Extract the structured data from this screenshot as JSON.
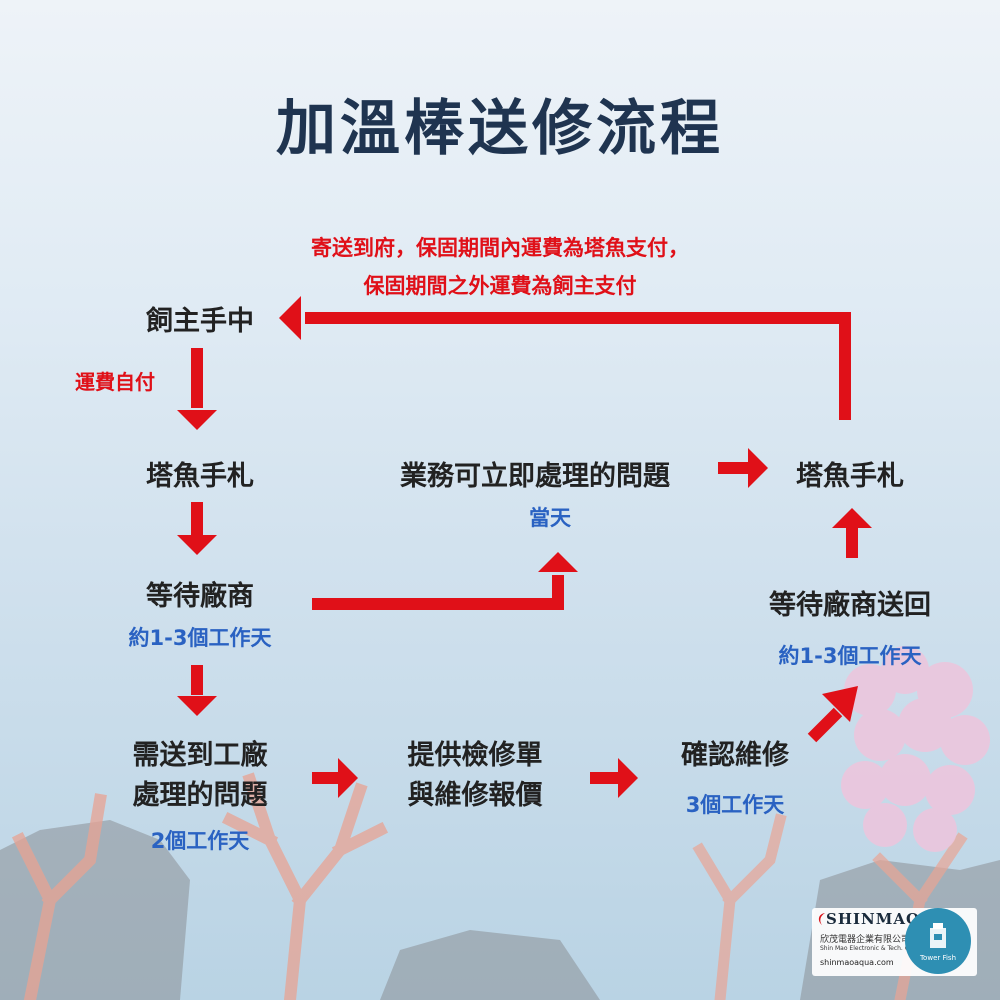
{
  "title": "加溫棒送修流程",
  "colors": {
    "arrow": "#e01018",
    "time": "#2a62c2",
    "title": "#1f3450",
    "node": "#222222"
  },
  "notes": {
    "return_line1": "寄送到府，保固期間內運費為塔魚支付，",
    "return_line2": "保固期間之外運費為飼主支付",
    "shipping": "運費自付"
  },
  "nodes": {
    "owner": "飼主手中",
    "shop_left": "塔魚手札",
    "wait_vendor": "等待廠商",
    "wait_vendor_time": "約1-3個工作天",
    "factory_line1": "需送到工廠",
    "factory_line2": "處理的問題",
    "factory_time": "2個工作天",
    "quote_line1": "提供檢修單",
    "quote_line2": "與維修報價",
    "confirm": "確認維修",
    "confirm_time": "3個工作天",
    "immediate": "業務可立即處理的問題",
    "immediate_time": "當天",
    "shop_right": "塔魚手札",
    "wait_return": "等待廠商送回",
    "wait_return_time": "約1-3個工作天"
  },
  "logo": {
    "brand": "SHINMAO",
    "company_cn": "欣茂電器企業有限公司",
    "company_en": "Shin Mao Electronic & Tech. Co., Ltd.",
    "website": "shinmaoaqua.com",
    "badge": "Tower Fish"
  }
}
